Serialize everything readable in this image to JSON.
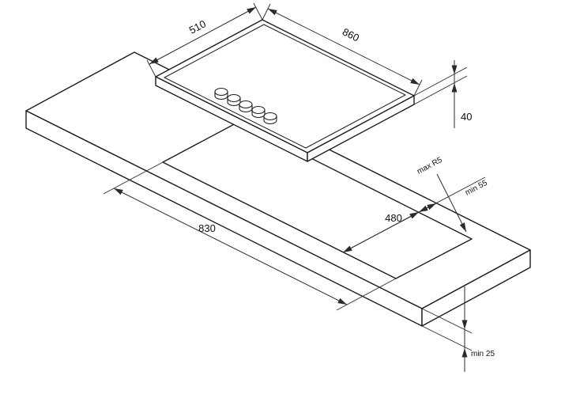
{
  "labels": {
    "hob_depth": "510",
    "hob_width": "860",
    "hob_height": "40",
    "cutout_width": "830",
    "cutout_depth": "480",
    "cutout_corner_radius": "max R5",
    "cutout_edge_clearance": "min 55",
    "worktop_min_thickness": "min 25"
  },
  "hob": {
    "knob_count": 5
  },
  "colors": {
    "line": "#1c1c1c",
    "background": "#ffffff"
  }
}
